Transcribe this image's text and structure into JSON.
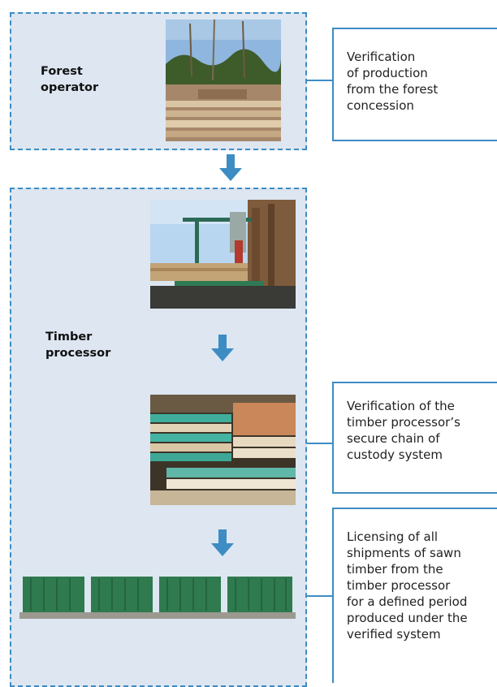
{
  "colors": {
    "box_fill": "#dde6f1",
    "box_border": "#3d8cc4",
    "arrow": "#3d8cc4",
    "label_text": "#111111"
  },
  "stages": {
    "forest_operator": {
      "label_lines": [
        "Forest",
        "operator"
      ]
    },
    "timber_processor": {
      "label_lines": [
        "Timber",
        "processor"
      ]
    }
  },
  "photos": {
    "forest": "forest concession with felled logs",
    "sawmill": "sawmill with crane",
    "sawn_timber": "stacked sawn timber in warehouse",
    "containers": "green shipping containers"
  },
  "notes": {
    "forest_verification": {
      "lines": [
        "Verification",
        "of production",
        "from  the forest",
        "concession"
      ]
    },
    "processor_verification": {
      "lines": [
        "Verification of the",
        "timber processor’s",
        "secure chain of",
        "custody system"
      ]
    },
    "licensing": {
      "lines": [
        "Licensing of all",
        "shipments of sawn",
        "timber from the",
        "timber processor",
        "for a defined period",
        "produced under the",
        "verified system"
      ]
    }
  },
  "icons": {
    "flow_arrow": "arrow-down-icon"
  }
}
